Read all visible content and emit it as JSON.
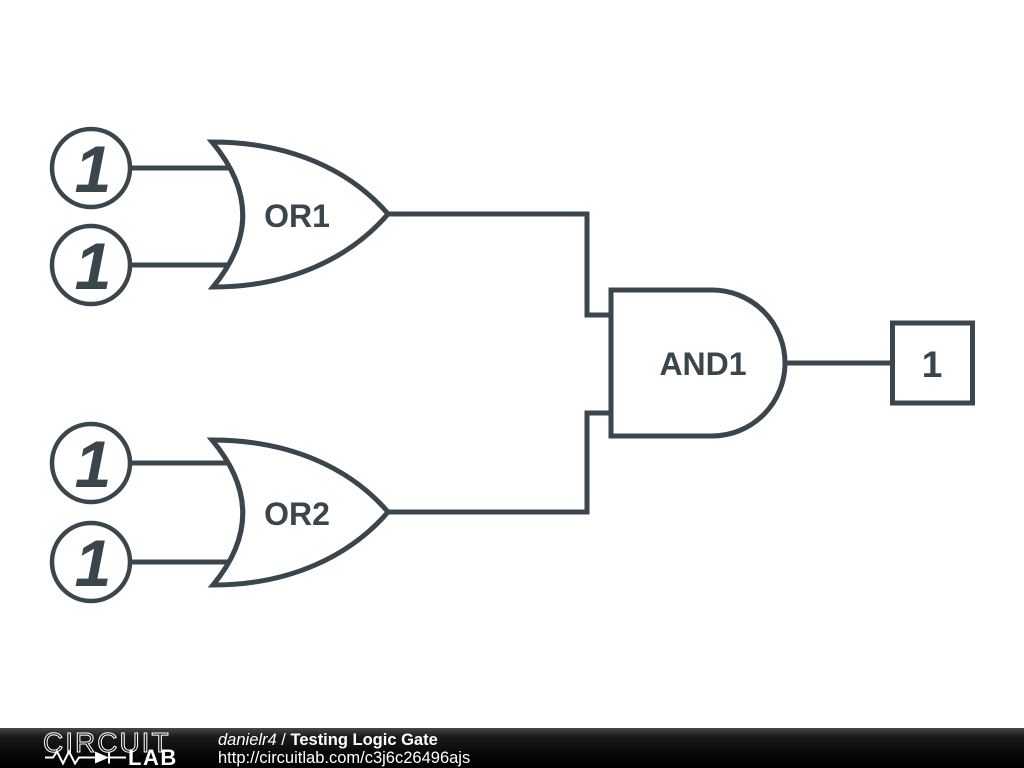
{
  "colors": {
    "schematic_stroke": "#3b454c",
    "canvas_background": "#ffffff",
    "footer_background": "#000000",
    "footer_text": "#ffffff"
  },
  "schematic": {
    "inputs": [
      {
        "value": "1"
      },
      {
        "value": "1"
      },
      {
        "value": "1"
      },
      {
        "value": "1"
      }
    ],
    "gates": [
      {
        "type": "or",
        "label": "OR1"
      },
      {
        "type": "or",
        "label": "OR2"
      },
      {
        "type": "and",
        "label": "AND1"
      }
    ],
    "output": {
      "value": "1"
    }
  },
  "footer": {
    "logo": {
      "top_text": "CIRCUIT",
      "bottom_text": "LAB",
      "symbol": "resistor-diode-icon"
    },
    "author": "danielr4",
    "separator": " / ",
    "title": "Testing Logic Gate",
    "url": "http://circuitlab.com/c3j6c26496ajs"
  }
}
